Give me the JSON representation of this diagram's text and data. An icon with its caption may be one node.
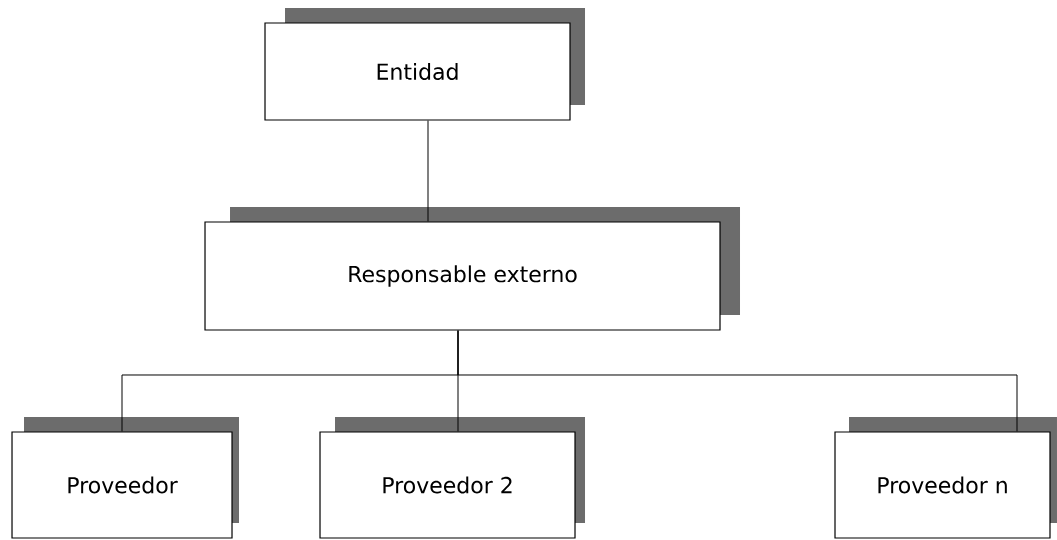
{
  "diagram": {
    "nodes": [
      {
        "text": [
          "Entidad"
        ]
      },
      {
        "text": [
          "Responsable  externo"
        ]
      },
      {
        "text": [
          "Proveedor"
        ]
      },
      {
        "text": [
          "Proveedor 2"
        ]
      },
      {
        "text": [
          "Proveedor n"
        ]
      }
    ],
    "edges": [
      {
        "from": 0,
        "to": 1,
        "arrow": "none"
      },
      {
        "from": 1,
        "to": 2,
        "arrow": "none"
      },
      {
        "from": 1,
        "to": 3,
        "arrow": "none"
      },
      {
        "from": 1,
        "to": 4,
        "arrow": "none"
      }
    ]
  }
}
